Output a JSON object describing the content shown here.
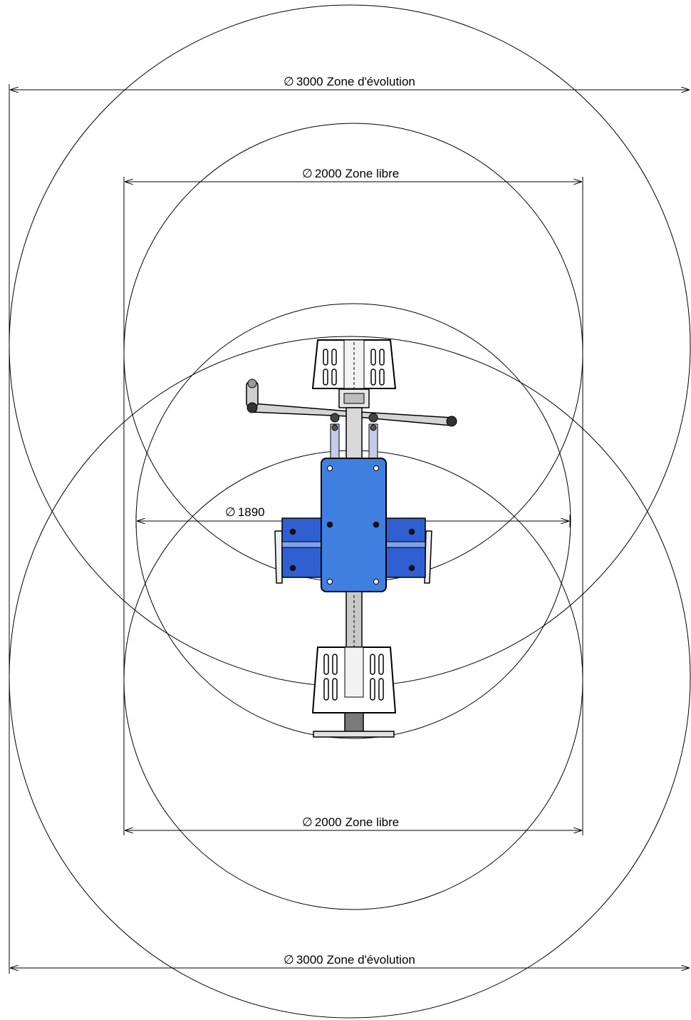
{
  "diagram": {
    "dimensions": {
      "top_outer": {
        "symbol": "∅",
        "value": "3000",
        "label": "Zone d'évolution"
      },
      "top_inner": {
        "symbol": "∅",
        "value": "2000",
        "label": "Zone libre"
      },
      "middle": {
        "symbol": "∅",
        "value": "1890"
      },
      "bottom_inner": {
        "symbol": "∅",
        "value": "2000",
        "label": "Zone libre"
      },
      "bottom_outer": {
        "symbol": "∅",
        "value": "3000",
        "label": "Zone d'évolution"
      }
    },
    "colors": {
      "line": "#000000",
      "platform_blue": "#3f7fe0",
      "platform_blue_dark": "#1f4fb0",
      "metal_grey": "#c8c8c8",
      "metal_dark": "#6e6e6e",
      "pedal_light": "#ffffff"
    }
  }
}
